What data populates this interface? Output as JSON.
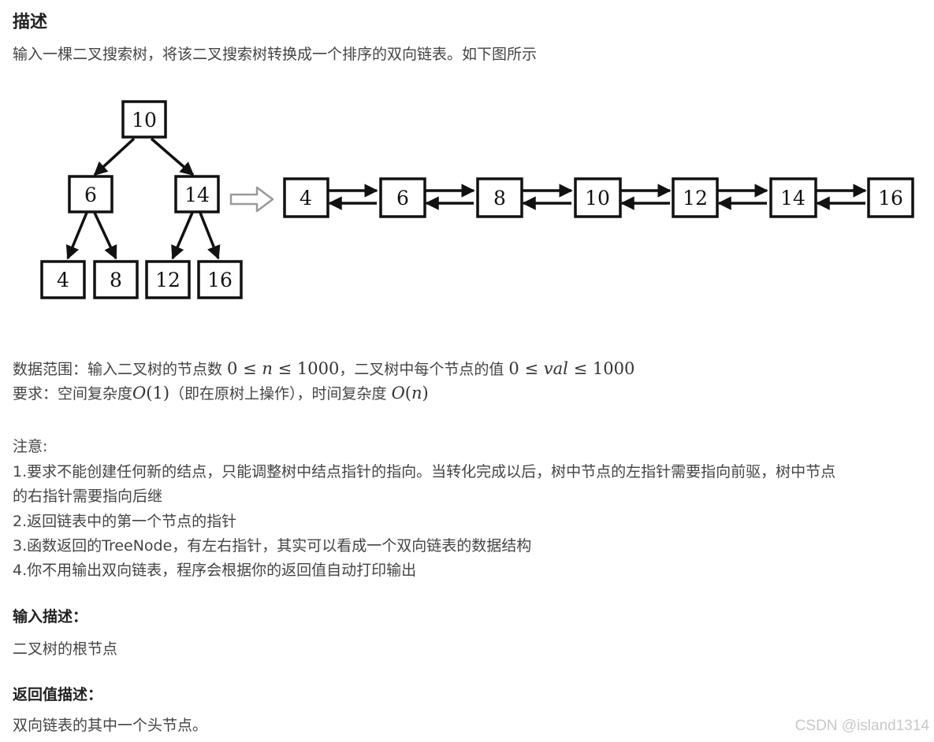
{
  "section_title": "描述",
  "intro": "输入一棵二叉搜索树，将该二叉搜索树转换成一个排序的双向链表。如下图所示",
  "figure": {
    "tree": {
      "root": "10",
      "level2": [
        "6",
        "14"
      ],
      "leaves": [
        "4",
        "8",
        "12",
        "16"
      ]
    },
    "list": [
      "4",
      "6",
      "8",
      "10",
      "12",
      "14",
      "16"
    ]
  },
  "range": {
    "prefix": "数据范围：输入二叉树的节点数 ",
    "math1": {
      "lower": "0",
      "le": "≤",
      "var": "n",
      "le2": "≤",
      "upper": "1000"
    },
    "middle": "，二叉树中每个节点的值 ",
    "math2": {
      "lower": "0",
      "le": "≤",
      "var": "val",
      "le2": "≤",
      "upper": "1000"
    }
  },
  "requirement": {
    "prefix": "要求：空间复杂度",
    "space": {
      "o": "O",
      "open": "(",
      "inner": "1",
      "close": ")"
    },
    "middle": "（即在原树上操作），时间复杂度 ",
    "time": {
      "o": "O",
      "open": "(",
      "inner": "n",
      "close": ")"
    }
  },
  "note_title": "注意:",
  "notes": [
    "1.要求不能创建任何新的结点，只能调整树中结点指针的指向。当转化完成以后，树中节点的左指针需要指向前驱，树中节点",
    "的右指针需要指向后继",
    "2.返回链表中的第一个节点的指针",
    "3.函数返回的TreeNode，有左右指针，其实可以看成一个双向链表的数据结构",
    "4.你不用输出双向链表，程序会根据你的返回值自动打印输出"
  ],
  "input_title": "输入描述：",
  "input_text": "二叉树的根节点",
  "output_title": "返回值描述：",
  "output_text": "双向链表的其中一个头节点。",
  "watermark": "CSDN @island1314"
}
